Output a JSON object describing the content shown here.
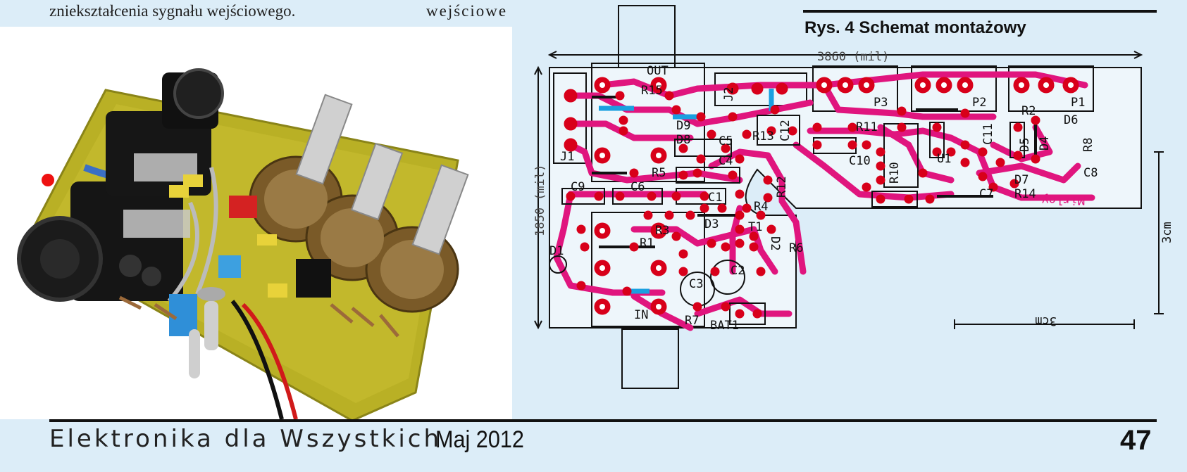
{
  "page": {
    "top_text_left": "zniekształcenia sygnału wejściowego.",
    "top_text_right": "wejściowe"
  },
  "schematic": {
    "title": "Rys.  4 Schemat montażowy",
    "dim_width": "3860 (mil)",
    "dim_height": "1850 (mil)",
    "dim_3cm_v": "3cm",
    "dim_3cm_h": "3cm",
    "signature": "Mirley",
    "labels": {
      "out": "OUT",
      "in": "IN",
      "j1": "J1",
      "j2": "J2",
      "p1": "P1",
      "p2": "P2",
      "p3": "P3",
      "r1": "R1",
      "r2": "R2",
      "r3": "R3",
      "r4": "R4",
      "r5": "R5",
      "r6": "R6",
      "r7": "R7",
      "r8": "R8",
      "r10": "R10",
      "r11": "R11",
      "r12": "R12",
      "r13": "R13",
      "r14": "R14",
      "r15": "R15",
      "c1": "C1",
      "c2": "C2",
      "c3": "C3",
      "c4": "C4",
      "c5": "C5",
      "c6": "C6",
      "c7": "C7",
      "c8": "C8",
      "c9": "C9",
      "c10": "C10",
      "c11": "C11",
      "c12": "C12",
      "d1": "D1",
      "d2": "D2",
      "d3": "D3",
      "d4": "D4",
      "d5": "D5",
      "d6": "D6",
      "d7": "D7",
      "d8": "D8",
      "d9": "D9",
      "t1": "T1",
      "u1": "U1",
      "bat1": "BAT1"
    }
  },
  "footer": {
    "magazine": "Elektronika dla Wszystkich",
    "issue": "Maj 2012",
    "page_number": "47"
  },
  "colors": {
    "background": "#dcedf8",
    "trace": "#e0157e",
    "pad": "#d8001a",
    "jumper": "#1aa0e0",
    "pcb_board": "#b9b025"
  }
}
